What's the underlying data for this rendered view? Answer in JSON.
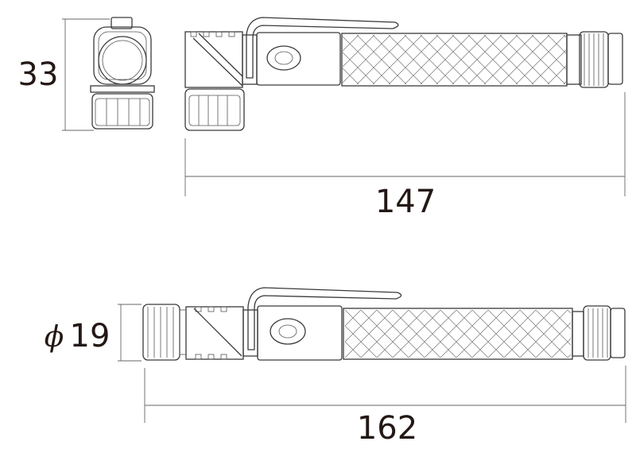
{
  "dimensions": {
    "height": {
      "value": "33"
    },
    "length_folded": {
      "value": "147"
    },
    "diameter": {
      "symbol": "ϕ",
      "value": "19"
    },
    "length_straight": {
      "value": "162"
    }
  },
  "colors": {
    "line": "#3a3a3a",
    "text": "#231815",
    "background": "#ffffff"
  }
}
